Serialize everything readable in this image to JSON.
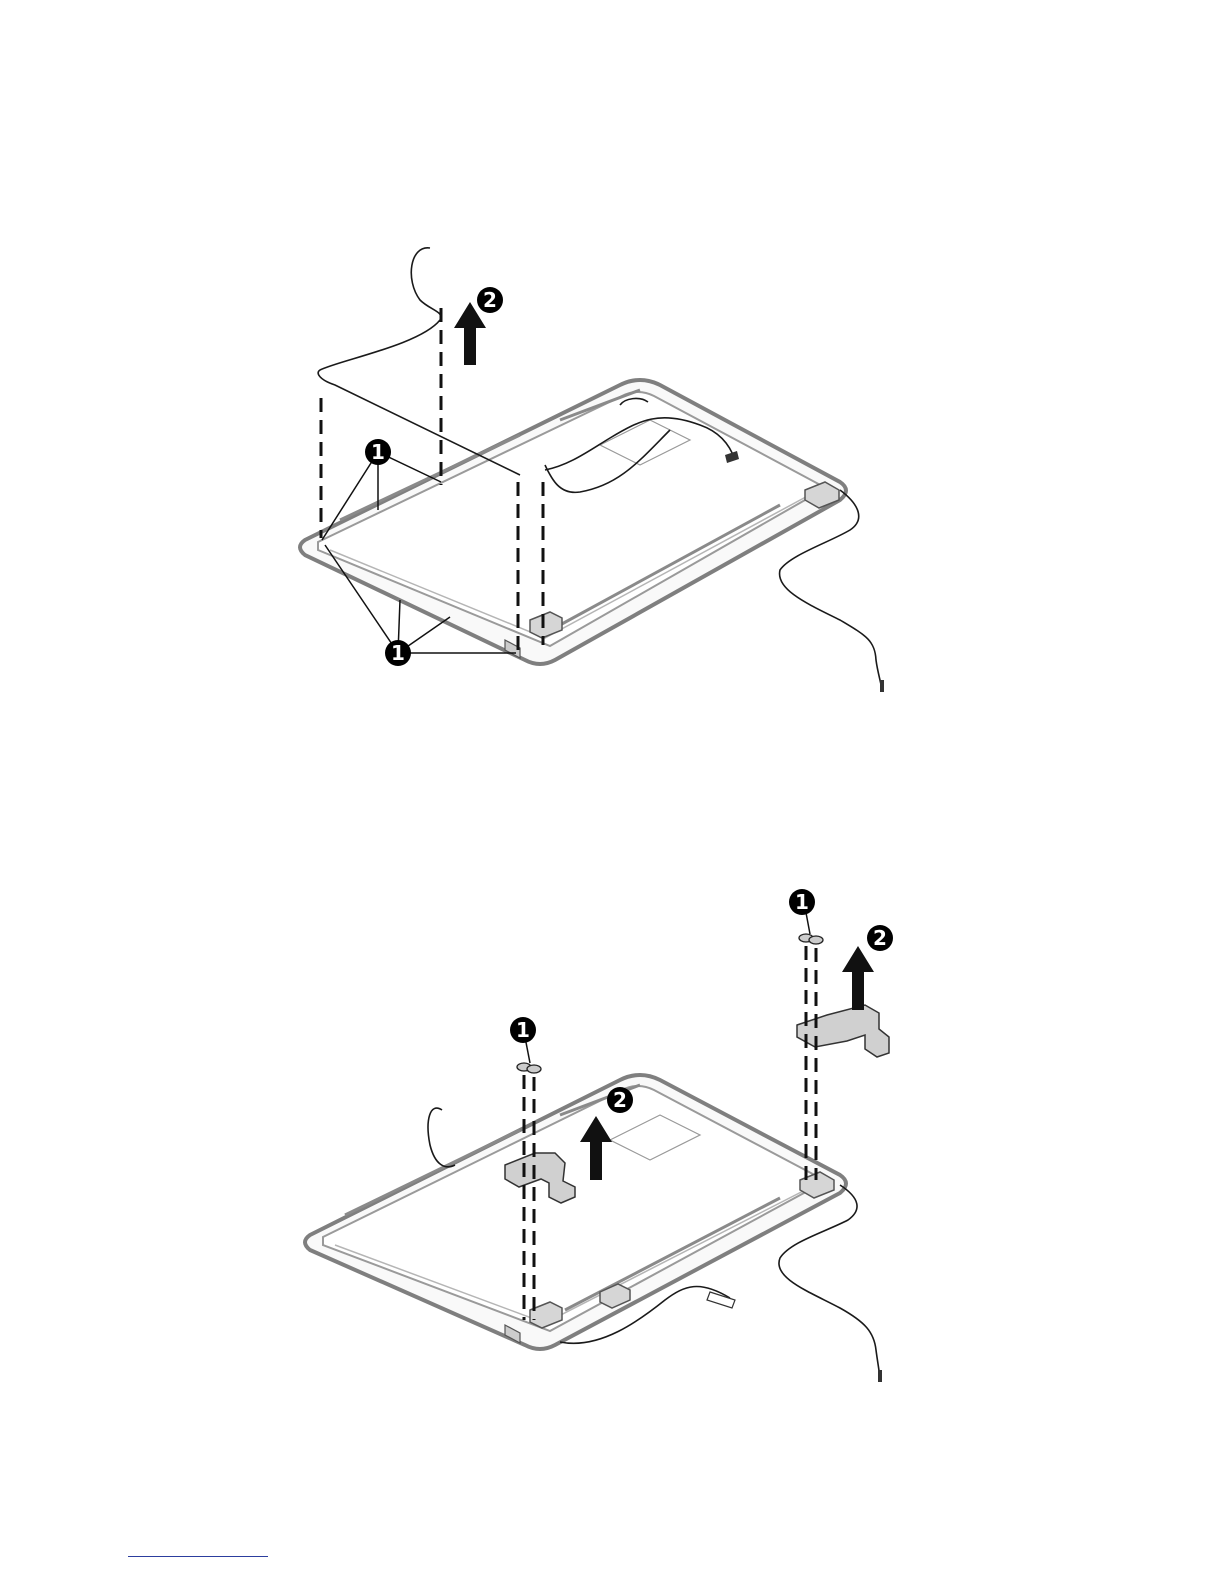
{
  "figure_top": {
    "callouts": {
      "one_upper": "1",
      "one_lower": "1",
      "two": "2"
    }
  },
  "figure_bottom": {
    "callouts": {
      "one_left": "1",
      "two_left": "2",
      "one_right": "1",
      "two_right": "2"
    }
  },
  "colors": {
    "line": "#1a1a1a",
    "frame": "#8a8a8a",
    "fill": "#f7f7f7",
    "callout": "#000000",
    "footer_rule": "#2c3e9e"
  }
}
